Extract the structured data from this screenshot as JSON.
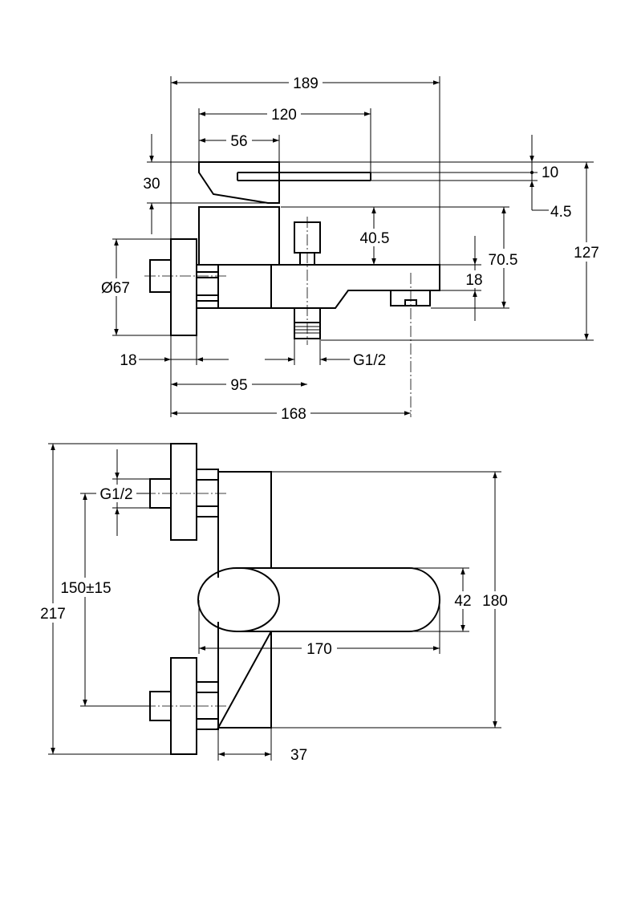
{
  "side_view": {
    "dims": {
      "total_length": "189",
      "lever_length": "120",
      "lever_depth": "56",
      "lever_height": "30",
      "lever_thickness": "10",
      "lever_gap": "4.5",
      "flange_diameter": "Ø67",
      "outlet_height": "40.5",
      "diverter_height": "70.5",
      "spout_height": "18",
      "overall_height": "127",
      "flange_thickness": "18",
      "outlet_thread": "G1/2",
      "outlet_offset": "95",
      "spout_reach": "168"
    }
  },
  "top_view": {
    "dims": {
      "inlet_thread": "G1/2",
      "inlet_spacing": "150±15",
      "total_width": "217",
      "lever_width": "42",
      "body_width": "180",
      "lever_span": "170",
      "body_depth": "37"
    }
  }
}
